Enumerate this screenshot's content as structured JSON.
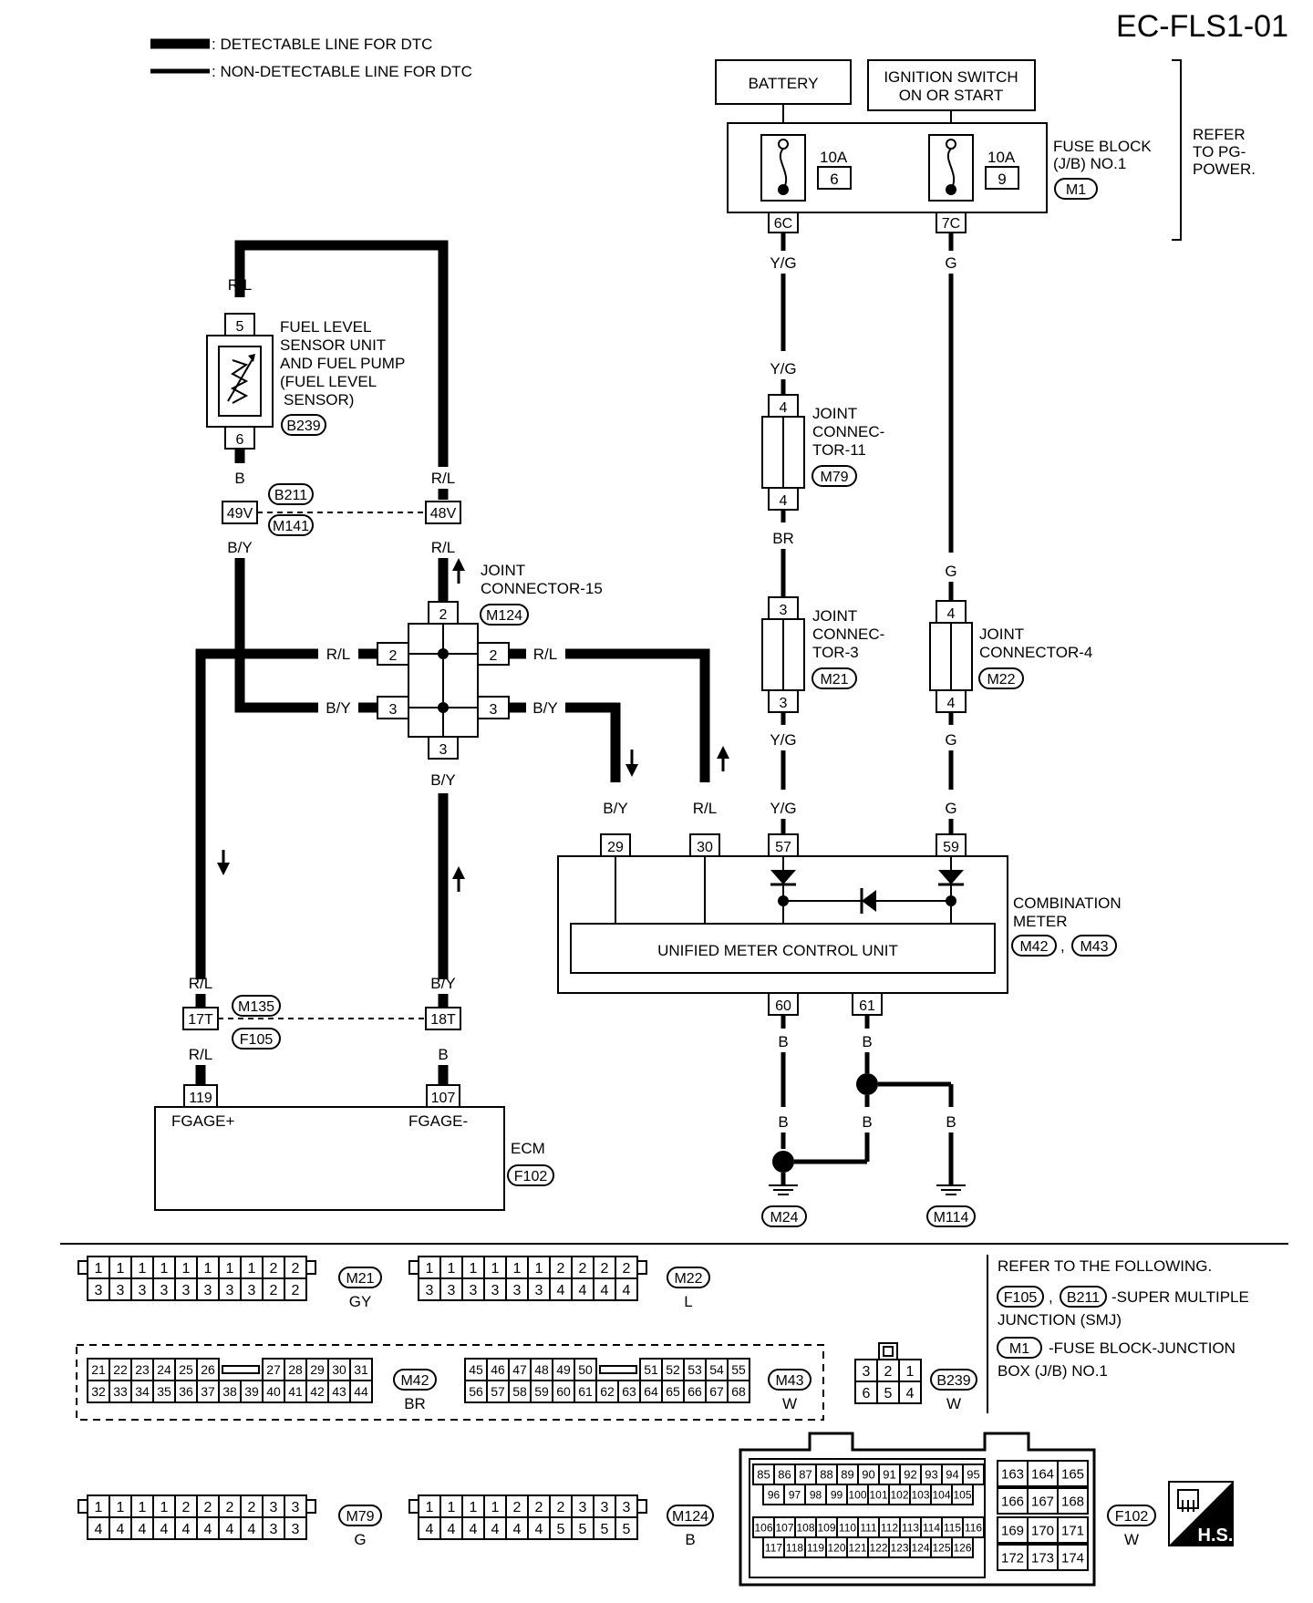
{
  "page_code": "EC-FLS1-01",
  "legend": {
    "detectable": ": DETECTABLE LINE FOR DTC",
    "non_detectable": ": NON-DETECTABLE LINE FOR DTC"
  },
  "power": {
    "battery": "BATTERY",
    "ignition_line1": "IGNITION SWITCH",
    "ignition_line2": "ON OR START",
    "fuse_block_line1": "FUSE BLOCK",
    "fuse_block_line2": "(J/B) NO.1",
    "fuse_block_conn": "M1",
    "refer_line1": "REFER",
    "refer_line2": "TO PG-",
    "refer_line3": "POWER.",
    "fuse_left_amp": "10A",
    "fuse_left_no": "6",
    "fuse_right_amp": "10A",
    "fuse_right_no": "9",
    "term_6c": "6C",
    "term_7c": "7C"
  },
  "wire_colors": {
    "yg": "Y/G",
    "g": "G",
    "br": "BR",
    "rl": "R/L",
    "b": "B",
    "by": "B/Y"
  },
  "components": {
    "fuel_sensor": {
      "line1": "FUEL LEVEL",
      "line2": "SENSOR UNIT",
      "line3": "AND FUEL PUMP",
      "line4": "(FUEL LEVEL",
      "line5": "SENSOR)",
      "conn": "B239",
      "pin_top": "5",
      "pin_bottom": "6"
    },
    "smj_upper": {
      "conn_a": "B211",
      "conn_b": "M141",
      "pin_left": "49V",
      "pin_right": "48V"
    },
    "jc15": {
      "line1": "JOINT",
      "line2": "CONNECTOR-15",
      "conn": "M124",
      "pin_top": "2",
      "pin_l2": "2",
      "pin_r2": "2",
      "pin_l3": "3",
      "pin_r3": "3",
      "pin_bottom": "3"
    },
    "jc11": {
      "line1": "JOINT",
      "line2": "CONNEC-",
      "line3": "TOR-11",
      "conn": "M79",
      "pin_top": "4",
      "pin_bottom": "4"
    },
    "jc3": {
      "line1": "JOINT",
      "line2": "CONNEC-",
      "line3": "TOR-3",
      "conn": "M21",
      "pin_top": "3",
      "pin_bottom": "3"
    },
    "jc4": {
      "line1": "JOINT",
      "line2": "CONNECTOR-4",
      "conn": "M22",
      "pin_top": "4",
      "pin_bottom": "4"
    },
    "meter": {
      "line1": "COMBINATION",
      "line2": "METER",
      "conn_a": "M42",
      "conn_b": "M43",
      "sep": ",",
      "unit": "UNIFIED METER CONTROL UNIT",
      "pins": [
        "29",
        "30",
        "57",
        "59"
      ],
      "pin_60": "60",
      "pin_61": "61"
    },
    "smj_lower": {
      "conn_a": "M135",
      "conn_b": "F105",
      "pin_left": "17T",
      "pin_right": "18T"
    },
    "ecm": {
      "name": "ECM",
      "conn": "F102",
      "pin_119": "119",
      "pin_107": "107",
      "term_plus": "FGAGE+",
      "term_minus": "FGAGE-"
    },
    "grounds": {
      "g1": "M24",
      "g2": "M114"
    }
  },
  "connector_views": {
    "m21": {
      "id": "M21",
      "color": "GY",
      "top": [
        "1",
        "1",
        "1",
        "1",
        "1",
        "1",
        "1",
        "1",
        "2",
        "2"
      ],
      "bottom": [
        "3",
        "3",
        "3",
        "3",
        "3",
        "3",
        "3",
        "3",
        "2",
        "2"
      ]
    },
    "m22": {
      "id": "M22",
      "color": "L",
      "top": [
        "1",
        "1",
        "1",
        "1",
        "1",
        "1",
        "2",
        "2",
        "2",
        "2"
      ],
      "bottom": [
        "3",
        "3",
        "3",
        "3",
        "3",
        "3",
        "4",
        "4",
        "4",
        "4"
      ]
    },
    "m42": {
      "id": "M42",
      "color": "BR",
      "top_a": [
        "21",
        "22",
        "23",
        "24",
        "25",
        "26"
      ],
      "top_b": [
        "27",
        "28",
        "29",
        "30",
        "31"
      ],
      "bottom": [
        "32",
        "33",
        "34",
        "35",
        "36",
        "37",
        "38",
        "39",
        "40",
        "41",
        "42",
        "43",
        "44"
      ]
    },
    "m43": {
      "id": "M43",
      "color": "W",
      "top_a": [
        "45",
        "46",
        "47",
        "48",
        "49",
        "50"
      ],
      "top_b": [
        "51",
        "52",
        "53",
        "54",
        "55"
      ],
      "bottom": [
        "56",
        "57",
        "58",
        "59",
        "60",
        "61",
        "62",
        "63",
        "64",
        "65",
        "66",
        "67",
        "68"
      ]
    },
    "b239": {
      "id": "B239",
      "color": "W",
      "top": [
        "3",
        "2",
        "1"
      ],
      "bottom": [
        "6",
        "5",
        "4"
      ]
    },
    "m79": {
      "id": "M79",
      "color": "G",
      "top": [
        "1",
        "1",
        "1",
        "1",
        "2",
        "2",
        "2",
        "2",
        "3",
        "3"
      ],
      "bottom": [
        "4",
        "4",
        "4",
        "4",
        "4",
        "4",
        "4",
        "4",
        "3",
        "3"
      ]
    },
    "m124": {
      "id": "M124",
      "color": "B",
      "top": [
        "1",
        "1",
        "1",
        "1",
        "2",
        "2",
        "2",
        "3",
        "3",
        "3"
      ],
      "bottom": [
        "4",
        "4",
        "4",
        "4",
        "4",
        "4",
        "5",
        "5",
        "5",
        "5"
      ]
    },
    "f102": {
      "id": "F102",
      "color": "W",
      "r1": [
        "85",
        "86",
        "87",
        "88",
        "89",
        "90",
        "91",
        "92",
        "93",
        "94",
        "95"
      ],
      "r2": [
        "96",
        "97",
        "98",
        "99",
        "100",
        "101",
        "102",
        "103",
        "104",
        "105"
      ],
      "r3": [
        "106",
        "107",
        "108",
        "109",
        "110",
        "111",
        "112",
        "113",
        "114",
        "115",
        "116"
      ],
      "r4": [
        "117",
        "118",
        "119",
        "120",
        "121",
        "122",
        "123",
        "124",
        "125",
        "126"
      ],
      "side1": [
        "163",
        "164",
        "165"
      ],
      "side2": [
        "166",
        "167",
        "168"
      ],
      "side3": [
        "169",
        "170",
        "171"
      ],
      "side4": [
        "172",
        "173",
        "174"
      ]
    }
  },
  "refer": {
    "title": "REFER TO THE FOLLOWING.",
    "c1": "F105",
    "sep": ",",
    "c2": "B211",
    "smj_line1": "-SUPER MULTIPLE",
    "smj_line2": "JUNCTION (SMJ)",
    "c3": "M1",
    "fb_line1": "-FUSE BLOCK-JUNCTION",
    "fb_line2": "BOX (J/B) NO.1"
  },
  "hs_label": "H.S."
}
